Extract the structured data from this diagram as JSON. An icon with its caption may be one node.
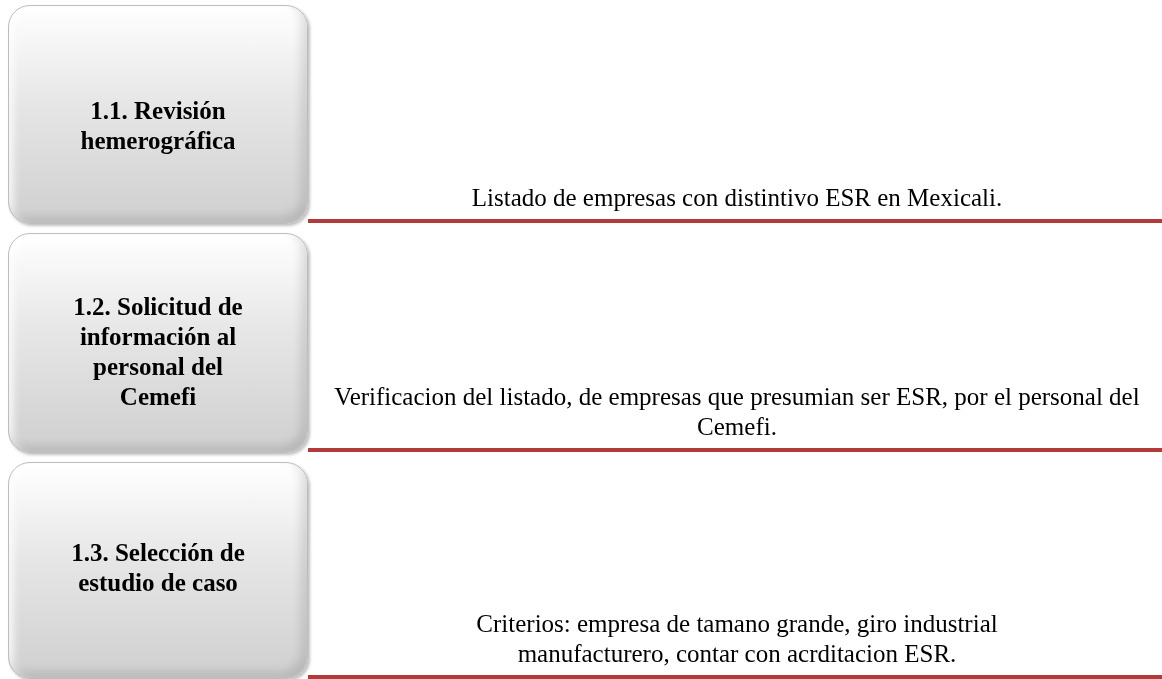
{
  "diagram": {
    "nodes": [
      {
        "text": [
          "1.1. Revisión hemerográfica"
        ]
      },
      {
        "text": [
          "1.2. Solicitud de información al personal del Cemefi"
        ]
      },
      {
        "text": [
          "1.3. Selección de estudio de caso"
        ]
      }
    ],
    "edges": [],
    "labels": [
      "Listado de empresas con distintivo ESR en Mexicali.",
      "Verificacion del listado, de empresas que presumian ser ESR, por el personal del Cemefi.",
      "Criterios: empresa de tamano grande, giro industrial manufacturero, contar con acrditacion ESR."
    ]
  }
}
